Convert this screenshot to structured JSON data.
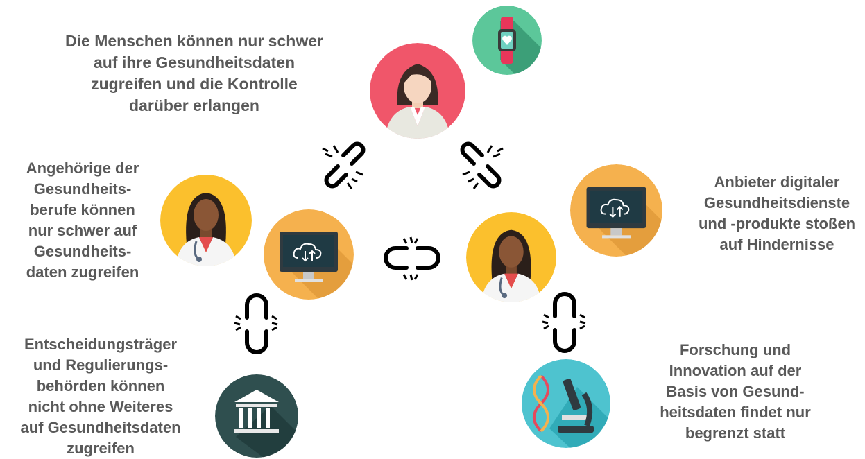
{
  "labels": {
    "patients": "Die Menschen können nur schwer\nauf ihre Gesundheitsdaten\nzugreifen und die Kontrolle\ndarüber erlangen",
    "health_professionals": "Angehörige der\nGesundheits-\nberufe können\nnur schwer auf\nGesundheits-\ndaten zugreifen",
    "digital_providers": "Anbieter digitaler\nGesundheitsdienste\nund -produkte stoßen\nauf Hindernisse",
    "policy_makers": "Entscheidungsträger\nund Regulierungs-\nbehörden können\nnicht ohne Weiteres\nauf Gesundheitsdaten\nzugreifen",
    "research": "Forschung und\nInnovation auf der\nBasis von Gesund-\nheitsdaten findet nur\nbegrenzt statt"
  },
  "icons": {
    "patient": "woman-avatar-icon",
    "wearable": "smartwatch-heart-icon",
    "doctor": "doctor-avatar-icon",
    "monitor": "cloud-monitor-icon",
    "institution": "government-building-icon",
    "research": "dna-microscope-icon",
    "broken_link": "broken-chain-icon"
  },
  "colors": {
    "text": "#595959",
    "red": "#f0566a",
    "teal_light": "#5cc79a",
    "yellow": "#fbc02d",
    "orange": "#f5b14e",
    "dark_teal": "#2f4f4f",
    "cyan": "#4ec3cf"
  }
}
